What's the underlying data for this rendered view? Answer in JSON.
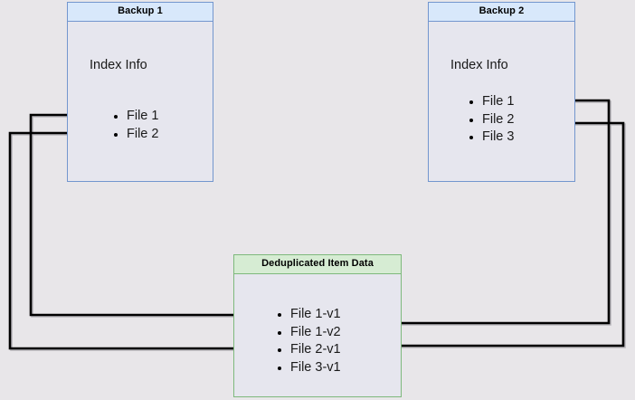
{
  "diagram": {
    "type": "backup-deduplication-flow",
    "background_color": "#e8e6e9",
    "nodes": [
      {
        "id": "backup1",
        "title": "Backup 1",
        "section_label": "Index Info",
        "accent_color": "#7396ce",
        "title_bg": "#d8e8fb",
        "items": [
          "File 1",
          "File 2"
        ]
      },
      {
        "id": "backup2",
        "title": "Backup 2",
        "section_label": "Index Info",
        "accent_color": "#7396ce",
        "title_bg": "#d8e8fb",
        "items": [
          "File 1",
          "File 2",
          "File 3"
        ]
      },
      {
        "id": "dedup",
        "title": "Deduplicated Item Data",
        "accent_color": "#7eb97c",
        "title_bg": "#d6ecd3",
        "items": [
          "File 1-v1",
          "File 1-v2",
          "File 2-v1",
          "File 3-v1"
        ]
      }
    ],
    "edges": [
      {
        "id": "b1-file1-to-file1v1",
        "from": "backup1.File 1",
        "to": "dedup.File 1-v1",
        "color": "#000000"
      },
      {
        "id": "b1-file2-to-file2v1",
        "from": "backup1.File 2",
        "to": "dedup.File 2-v1",
        "color": "#000000"
      },
      {
        "id": "b2-file1-to-file1v2",
        "from": "backup2.File 1",
        "to": "dedup.File 1-v2",
        "color": "#000000"
      },
      {
        "id": "b2-file2-to-file2v1",
        "from": "backup2.File 2",
        "to": "dedup.File 2-v1",
        "color": "#000000"
      }
    ]
  }
}
